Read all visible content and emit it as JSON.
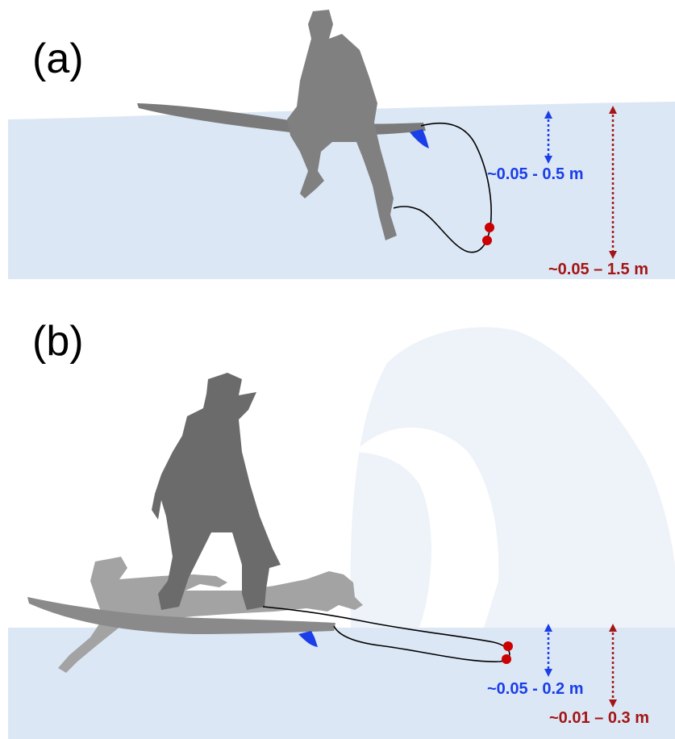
{
  "colors": {
    "background": "#ffffff",
    "water": "#dce7f5",
    "wave": "#eef3f9",
    "surfer": "#808080",
    "surfer_dark": "#6b6b6b",
    "surfer_ghost": "#a3a3a3",
    "surfboard": "#8a8a8a",
    "fin": "#1a3ee8",
    "leash": "#000000",
    "sensor": "#cc0000",
    "blue_label": "#1a3ee8",
    "red_label": "#a31515"
  },
  "panels": [
    {
      "label": "(a)",
      "scene": "surfer sitting on board",
      "fin_depth_label": "~0.05 - 0.5 m",
      "sensor_depth_label": "~0.05 – 1.5 m",
      "icons": [
        "surfer-sitting-icon",
        "surfboard-icon",
        "fin-icon",
        "leash-icon",
        "sensor-icon"
      ]
    },
    {
      "label": "(b)",
      "scene": "surfer standing and paddling on board with breaking wave",
      "fin_depth_label": "~0.05 - 0.2 m",
      "sensor_depth_label": "~0.01 – 0.3 m",
      "icons": [
        "surfer-standing-icon",
        "surfer-paddling-icon",
        "wave-icon",
        "surfboard-icon",
        "fin-icon",
        "leash-icon",
        "sensor-icon"
      ]
    }
  ]
}
